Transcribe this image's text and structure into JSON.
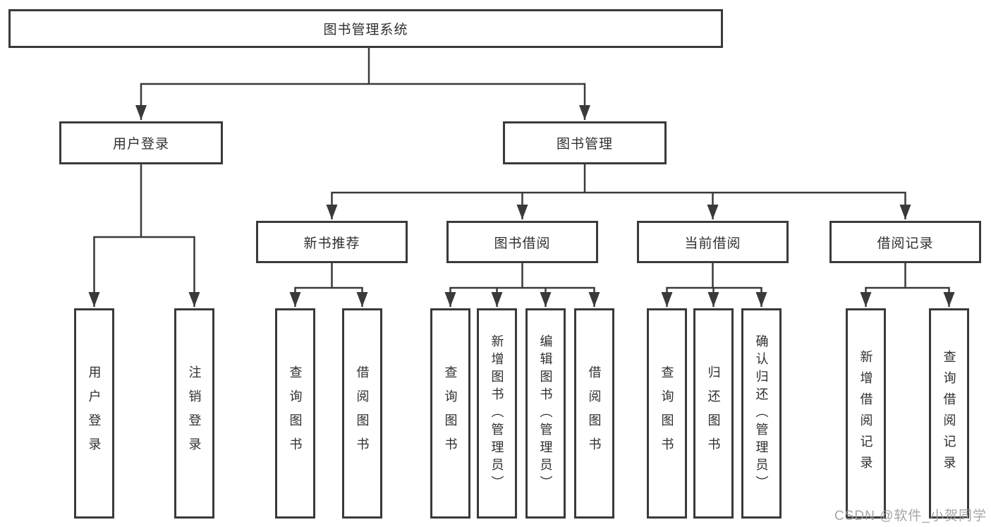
{
  "diagram": {
    "title": "图书管理系统",
    "tree": {
      "root": {
        "label": "图书管理系统",
        "children": [
          {
            "label": "用户登录",
            "children": [
              {
                "label": "用户登录"
              },
              {
                "label": "注销登录"
              }
            ]
          },
          {
            "label": "图书管理",
            "children": [
              {
                "label": "新书推荐",
                "children": [
                  {
                    "label": "查询图书"
                  },
                  {
                    "label": "借阅图书"
                  }
                ]
              },
              {
                "label": "图书借阅",
                "children": [
                  {
                    "label": "查询图书"
                  },
                  {
                    "label": "新增图书（管理员）"
                  },
                  {
                    "label": "编辑图书（管理员）"
                  },
                  {
                    "label": "借阅图书"
                  }
                ]
              },
              {
                "label": "当前借阅",
                "children": [
                  {
                    "label": "查询图书"
                  },
                  {
                    "label": "归还图书"
                  },
                  {
                    "label": "确认归还（管理员）"
                  }
                ]
              },
              {
                "label": "借阅记录",
                "children": [
                  {
                    "label": "新增借阅记录"
                  },
                  {
                    "label": "查询借阅记录"
                  }
                ]
              }
            ]
          }
        ]
      }
    },
    "colors": {
      "line": "#3a3a3a",
      "text": "#2f2f2f",
      "background": "#ffffff",
      "watermark": "#9b9b9b"
    }
  },
  "watermark": {
    "text": "CSDN @软件_小贺同学"
  }
}
